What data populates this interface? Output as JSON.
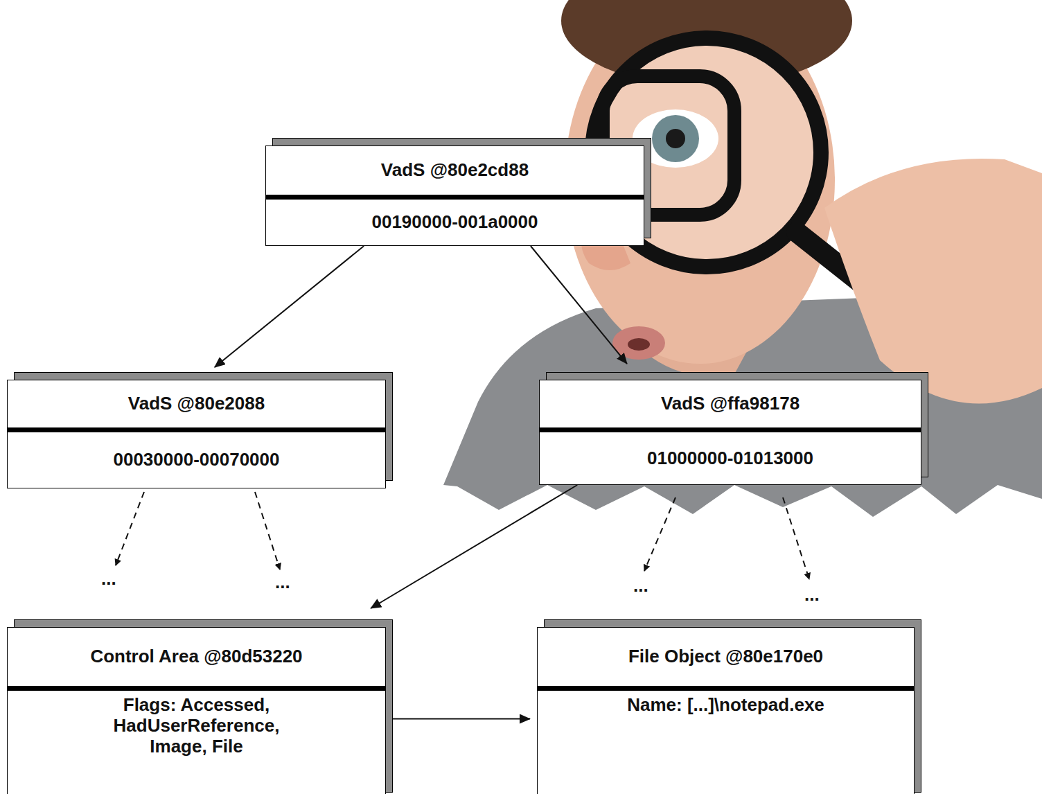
{
  "diagram": {
    "nodes": [
      {
        "text": [
          "VadS @80e2cd88",
          "00190000-001a0000"
        ]
      },
      {
        "text": [
          "VadS @80e2088",
          "00030000-00070000"
        ]
      },
      {
        "text": [
          "VadS @ffa98178",
          "01000000-01013000"
        ]
      },
      {
        "text": [
          "Control Area @80d53220",
          "Flags: Accessed, HadUserReference, Image, File"
        ]
      },
      {
        "text": [
          "File Object @80e170e0",
          "Name: [...]\\notepad.exe"
        ]
      }
    ],
    "edges": [
      {
        "from": 0,
        "to": 1,
        "arrow": "to"
      },
      {
        "from": 0,
        "to": 2,
        "arrow": "to"
      },
      {
        "from": 2,
        "to": 3,
        "arrow": "to"
      },
      {
        "from": 3,
        "to": 4,
        "arrow": "to"
      }
    ],
    "labels": [
      "...",
      "...",
      "...",
      "..."
    ]
  }
}
